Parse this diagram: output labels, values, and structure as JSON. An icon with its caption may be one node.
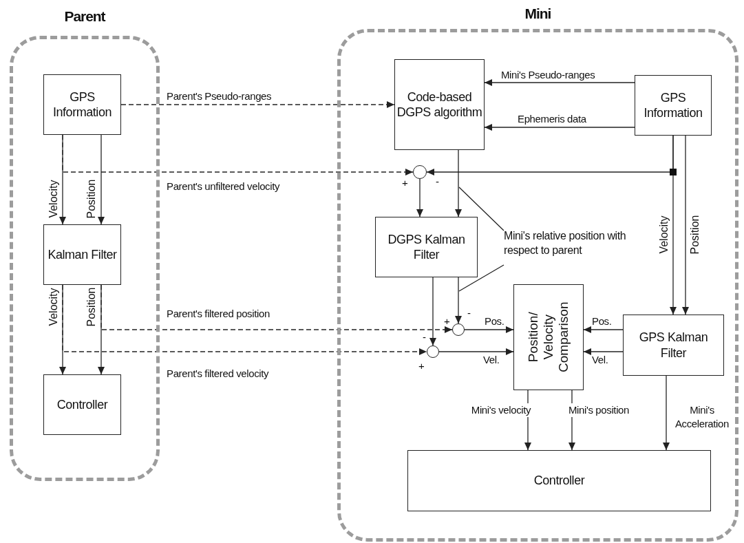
{
  "diagram": {
    "nodes": [
      {
        "text": [
          "Parent"
        ]
      },
      {
        "text": [
          "GPS Information"
        ],
        "in": 0
      },
      {
        "text": [
          "Kalman Filter"
        ],
        "in": 0
      },
      {
        "text": [
          "Controller"
        ],
        "in": 0
      },
      {
        "text": [
          "Mini"
        ]
      },
      {
        "text": [
          "Code-based DGPS algorithm"
        ],
        "in": 4
      },
      {
        "text": [
          "GPS Information"
        ],
        "in": 4
      },
      {
        "text": [],
        "shape": "circle",
        "in": 4
      },
      {
        "text": [
          "DGPS Kalman Filter"
        ],
        "in": 4
      },
      {
        "text": [],
        "shape": "circle",
        "in": 4
      },
      {
        "text": [],
        "shape": "circle",
        "in": 4
      },
      {
        "text": [
          "Position/ Velocity Comparison"
        ],
        "in": 4
      },
      {
        "text": [
          "GPS Kalman Filter"
        ],
        "in": 4
      },
      {
        "text": [
          "Controller"
        ],
        "in": 4
      },
      {
        "text": [
          "Mini's relative position with respect to parent"
        ],
        "in": 4
      }
    ],
    "edges": [
      {
        "from": 1,
        "to": 5,
        "arrow": "to",
        "label": "Parent's Pseudo-ranges",
        "style": "dashed"
      },
      {
        "from": 6,
        "to": 5,
        "arrow": "to",
        "label": "Mini's Pseudo-ranges"
      },
      {
        "from": 6,
        "to": 5,
        "arrow": "to",
        "label": "Ephemeris data"
      },
      {
        "from": 1,
        "to": 2,
        "arrow": "to",
        "label": "Velocity"
      },
      {
        "from": 1,
        "to": 2,
        "arrow": "to",
        "label": "Position"
      },
      {
        "from": 1,
        "to": 7,
        "arrow": "to",
        "label": "Parent's unfiltered velocity",
        "style": "dashed"
      },
      {
        "from": 6,
        "to": 7,
        "arrow": "to"
      },
      {
        "from": 5,
        "to": 8,
        "arrow": "to"
      },
      {
        "from": 7,
        "to": 8,
        "arrow": "to"
      },
      {
        "from": 2,
        "to": 3,
        "arrow": "to",
        "label": "Velocity"
      },
      {
        "from": 2,
        "to": 3,
        "arrow": "to",
        "label": "Position"
      },
      {
        "from": 2,
        "to": 9,
        "arrow": "to",
        "label": "Parent's filtered position",
        "style": "dashed"
      },
      {
        "from": 2,
        "to": 10,
        "arrow": "to",
        "label": "Parent's filtered velocity",
        "style": "dashed"
      },
      {
        "from": 8,
        "to": 9,
        "arrow": "to"
      },
      {
        "from": 8,
        "to": 10,
        "arrow": "to"
      },
      {
        "from": 9,
        "to": 11,
        "arrow": "to",
        "label": "Pos."
      },
      {
        "from": 10,
        "to": 11,
        "arrow": "to",
        "label": "Vel."
      },
      {
        "from": 12,
        "to": 11,
        "arrow": "to",
        "label": "Pos."
      },
      {
        "from": 12,
        "to": 11,
        "arrow": "to",
        "label": "Vel."
      },
      {
        "from": 6,
        "to": 12,
        "arrow": "to",
        "label": "Velocity"
      },
      {
        "from": 6,
        "to": 12,
        "arrow": "to",
        "label": "Position"
      },
      {
        "from": 11,
        "to": 13,
        "arrow": "to",
        "label": "Mini's velocity"
      },
      {
        "from": 11,
        "to": 13,
        "arrow": "to",
        "label": "Mini's position"
      },
      {
        "from": 12,
        "to": 13,
        "arrow": "to",
        "label": "Mini's Acceleration"
      },
      {
        "from": 14,
        "to": null,
        "arrow": "none"
      },
      {
        "from": 14,
        "to": null,
        "arrow": "none"
      }
    ],
    "labels": [
      "+",
      "-",
      "+",
      "-",
      "-",
      "+"
    ]
  }
}
